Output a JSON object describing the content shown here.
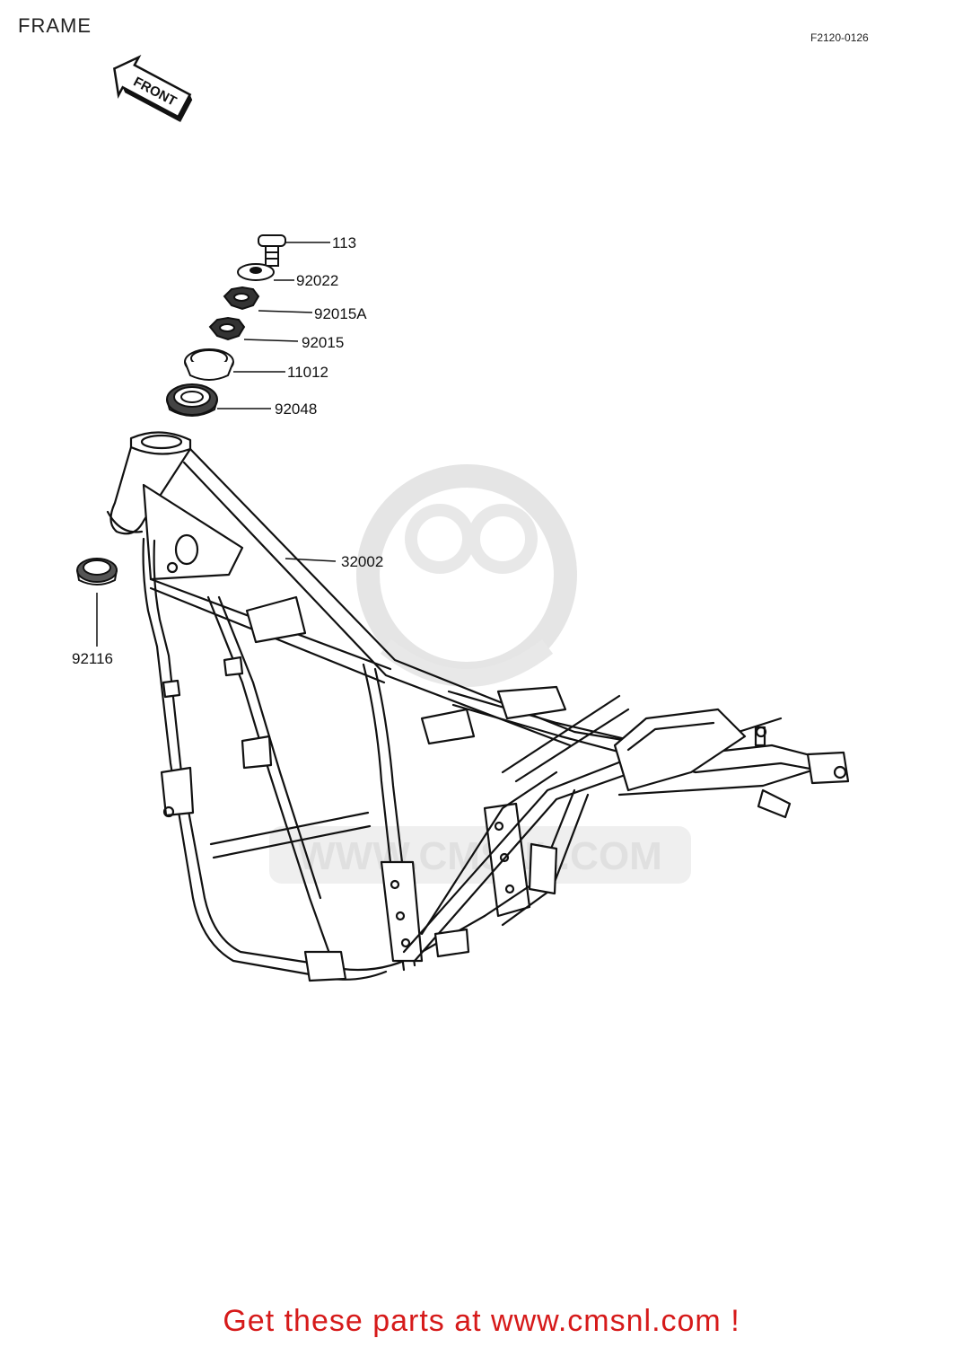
{
  "header": {
    "title": "FRAME",
    "ref_code": "F2120-0126"
  },
  "front_sign": {
    "label": "FRONT"
  },
  "watermark": {
    "text": "WWW.CMSNL.COM"
  },
  "parts": [
    {
      "number": "113",
      "name": ""
    },
    {
      "number": "92022",
      "name": ""
    },
    {
      "number": "92015A",
      "name": ""
    },
    {
      "number": "92015",
      "name": ""
    },
    {
      "number": "11012",
      "name": ""
    },
    {
      "number": "92048",
      "name": ""
    },
    {
      "number": "32002",
      "name": ""
    },
    {
      "number": "92116",
      "name": ""
    }
  ],
  "footer": {
    "link_text": "Get these parts at www.cmsnl.com !",
    "color": "#d61a1a"
  },
  "colors": {
    "line": "#111111",
    "watermark": "#d9d9d9"
  }
}
